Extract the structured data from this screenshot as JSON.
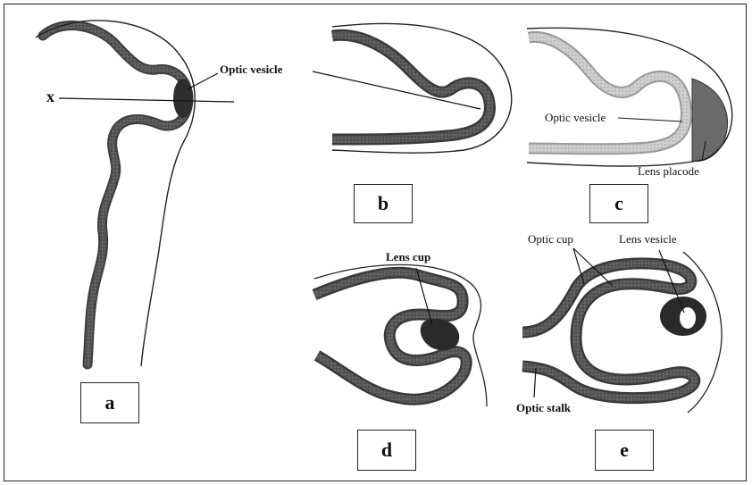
{
  "labels": {
    "x_marker": "x",
    "optic_vesicle_a": "Optic vesicle",
    "optic_vesicle_c": "Optic vesicle",
    "lens_placode": "Lens placode",
    "lens_cup": "Lens cup",
    "optic_cup": "Optic cup",
    "lens_vesicle": "Lens vesicle",
    "optic_stalk": "Optic stalk"
  },
  "panels": {
    "a": "a",
    "b": "b",
    "c": "c",
    "d": "d",
    "e": "e"
  },
  "colors": {
    "tissue_dark": "#4a4a4a",
    "tissue_mid": "#7a7a7a",
    "tissue_light": "#c8c8c8",
    "outline": "#222222"
  }
}
